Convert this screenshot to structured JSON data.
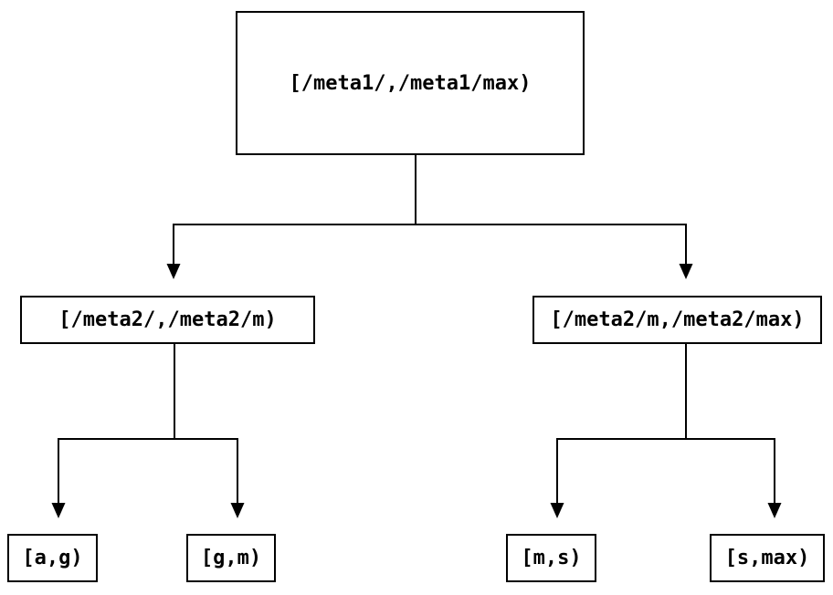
{
  "tree": {
    "root": {
      "label": "[/meta1/,/meta1/max)"
    },
    "children": [
      {
        "label": "[/meta2/,/meta2/m)",
        "children": [
          {
            "label": "[a,g)"
          },
          {
            "label": "[g,m)"
          }
        ]
      },
      {
        "label": "[/meta2/m,/meta2/max)",
        "children": [
          {
            "label": "[m,s)"
          },
          {
            "label": "[s,max)"
          }
        ]
      }
    ],
    "colors": {
      "background": "#ffffff",
      "box_border": "#000000",
      "line": "#000000",
      "text": "#000000"
    }
  }
}
